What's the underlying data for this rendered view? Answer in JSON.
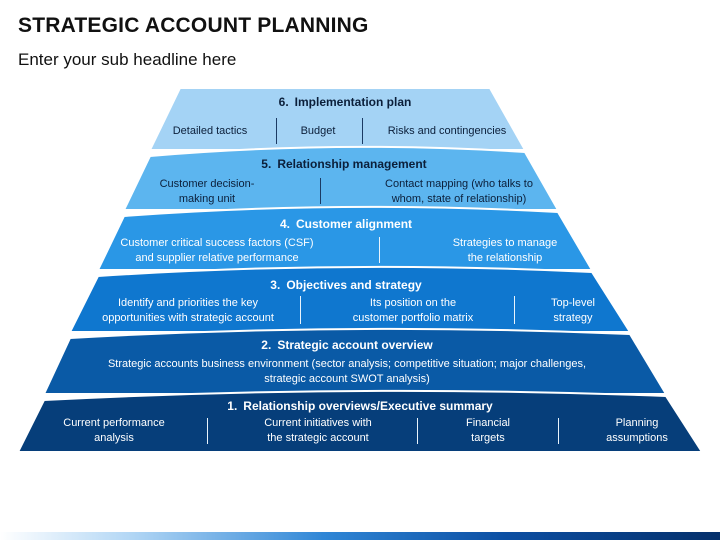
{
  "title": "STRATEGIC ACCOUNT PLANNING",
  "subtitle": "Enter your sub headline here",
  "colors": {
    "tier6": "#a4d3f5",
    "tier5": "#5cb5ef",
    "tier4": "#2a97e6",
    "tier3": "#0f77cf",
    "tier2": "#0a5aa6",
    "tier1": "#063e7a",
    "edge": "#ffffff"
  },
  "tiers": [
    {
      "num": "6.",
      "heading": "Implementation plan",
      "items": [
        "Detailed tactics",
        "Budget",
        "Risks and contingencies"
      ]
    },
    {
      "num": "5.",
      "heading": "Relationship management",
      "items": [
        "Customer decision-\nmaking unit",
        "Contact mapping (who talks to\nwhom, state of relationship)"
      ]
    },
    {
      "num": "4.",
      "heading": "Customer alignment",
      "items": [
        "Customer critical success factors (CSF)\nand supplier relative performance",
        "Strategies to manage\nthe relationship"
      ]
    },
    {
      "num": "3.",
      "heading": "Objectives and strategy",
      "items": [
        "Identify and priorities the key\nopportunities with strategic account",
        "Its position on the\ncustomer portfolio matrix",
        "Top-level\nstrategy"
      ]
    },
    {
      "num": "2.",
      "heading": "Strategic account overview",
      "items": [
        "Strategic accounts business environment (sector analysis; competitive situation; major challenges,\nstrategic account SWOT analysis)"
      ]
    },
    {
      "num": "1.",
      "heading": "Relationship overviews/Executive summary",
      "items": [
        "Current performance\nanalysis",
        "Current initiatives with\nthe strategic account",
        "Financial\ntargets",
        "Planning\nassumptions"
      ]
    }
  ]
}
